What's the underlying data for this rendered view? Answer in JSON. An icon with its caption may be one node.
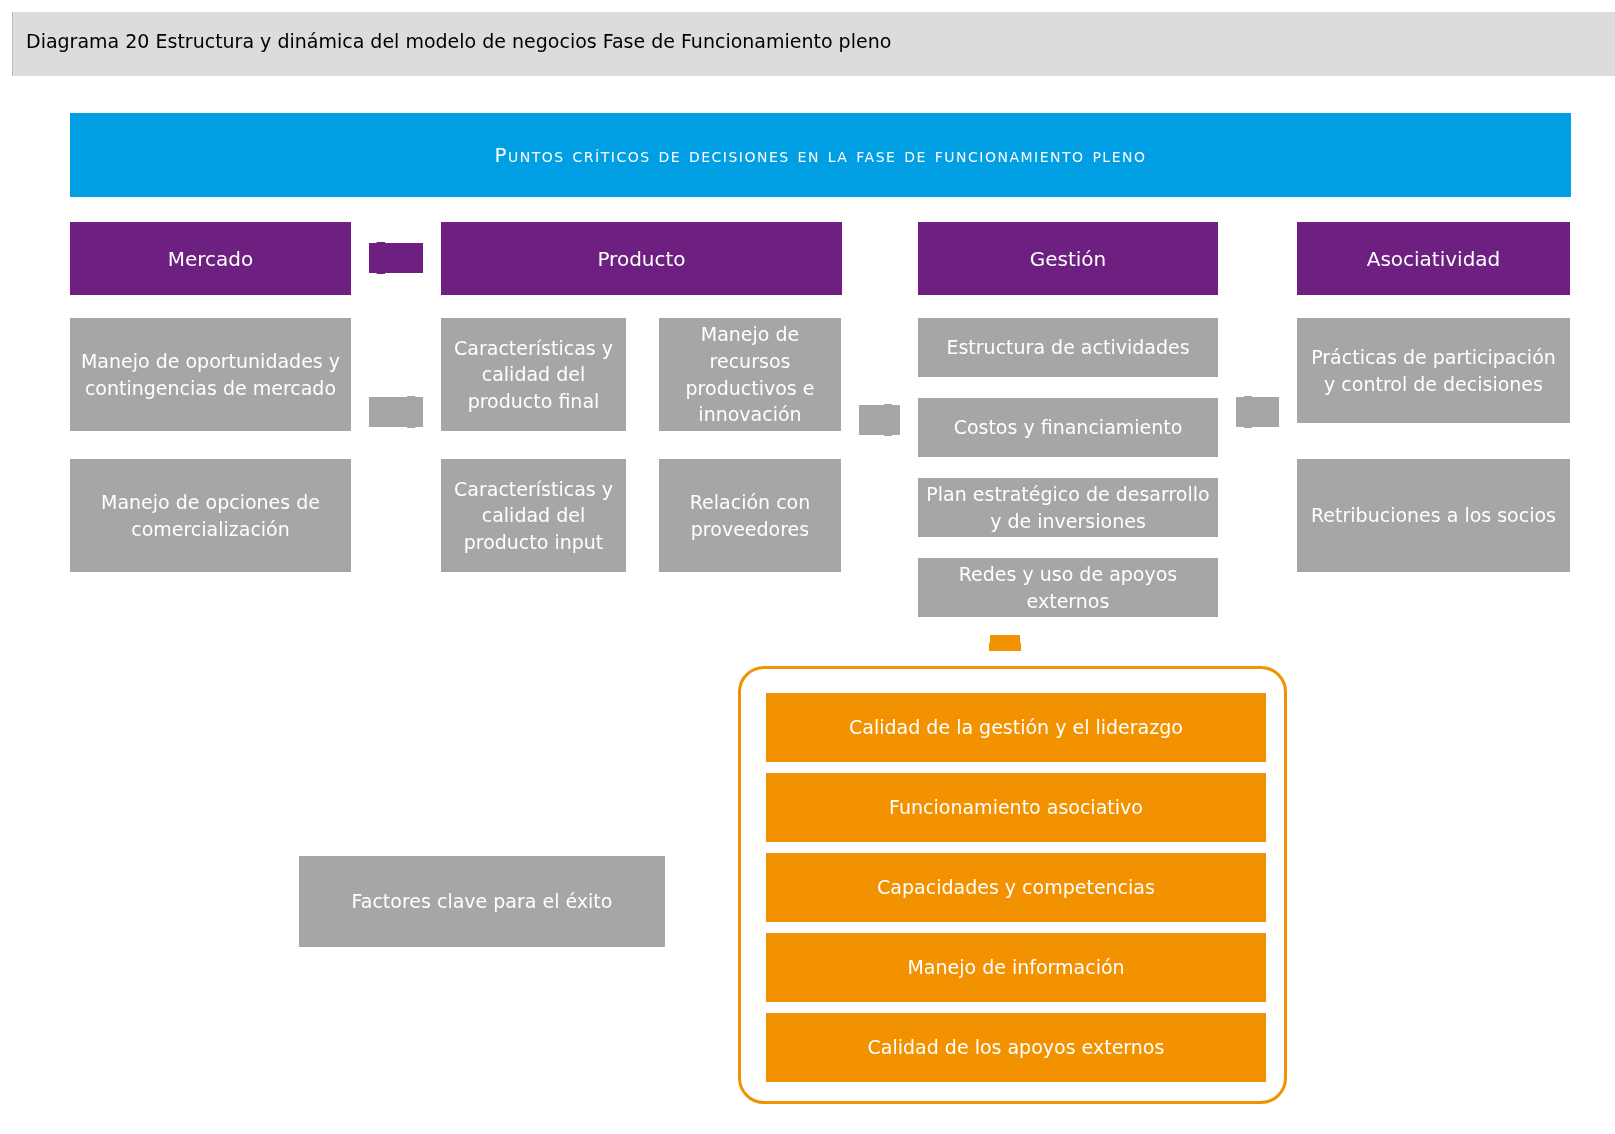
{
  "diagram": {
    "title": "Diagrama 20 Estructura y dinámica del modelo de negocios Fase de Funcionamiento pleno",
    "nodes": [
      {
        "text": [
          "Puntos críticos de decisiones en la fase de funcionamiento pleno"
        ]
      },
      {
        "text": [
          "Mercado"
        ]
      },
      {
        "text": [
          "Producto"
        ]
      },
      {
        "text": [
          "Gestión"
        ]
      },
      {
        "text": [
          "Asociatividad"
        ]
      },
      {
        "text": [
          "Manejo de oportunidades y contingencias de mercado"
        ]
      },
      {
        "text": [
          "Manejo de opciones de comercialización"
        ]
      },
      {
        "text": [
          "Características y calidad del producto final"
        ]
      },
      {
        "text": [
          "Manejo de recursos productivos e innovación"
        ]
      },
      {
        "text": [
          "Características y calidad del producto input"
        ]
      },
      {
        "text": [
          "Relación con proveedores"
        ]
      },
      {
        "text": [
          "Estructura de actividades"
        ]
      },
      {
        "text": [
          "Costos y financiamiento"
        ]
      },
      {
        "text": [
          "Plan estratégico de desarrollo y de inversiones"
        ]
      },
      {
        "text": [
          "Redes y uso de apoyos externos"
        ]
      },
      {
        "text": [
          "Prácticas de participación y control de decisiones"
        ]
      },
      {
        "text": [
          "Retribuciones a los socios"
        ]
      },
      {
        "text": [
          "Factores clave para el éxito"
        ]
      },
      {
        "text": [],
        "shape": "box"
      },
      {
        "text": [
          "Calidad de la gestión y el liderazgo"
        ],
        "in": 18
      },
      {
        "text": [
          "Funcionamiento asociativo"
        ],
        "in": 18
      },
      {
        "text": [
          "Capacidades y competencias"
        ],
        "in": 18
      },
      {
        "text": [
          "Manejo de información"
        ],
        "in": 18
      },
      {
        "text": [
          "Calidad de los apoyos externos"
        ],
        "in": 18
      }
    ],
    "edges": [
      {
        "from": 2,
        "to": 1,
        "arrow": "to",
        "color": "#6d2080"
      },
      {
        "from": 5,
        "to": 7,
        "arrow": "to"
      },
      {
        "from": 8,
        "to": 12,
        "arrow": "to"
      },
      {
        "from": 15,
        "to": 12,
        "arrow": "to"
      },
      {
        "from": 18,
        "to": 14,
        "arrow": "to",
        "color": "#f39200"
      }
    ]
  }
}
